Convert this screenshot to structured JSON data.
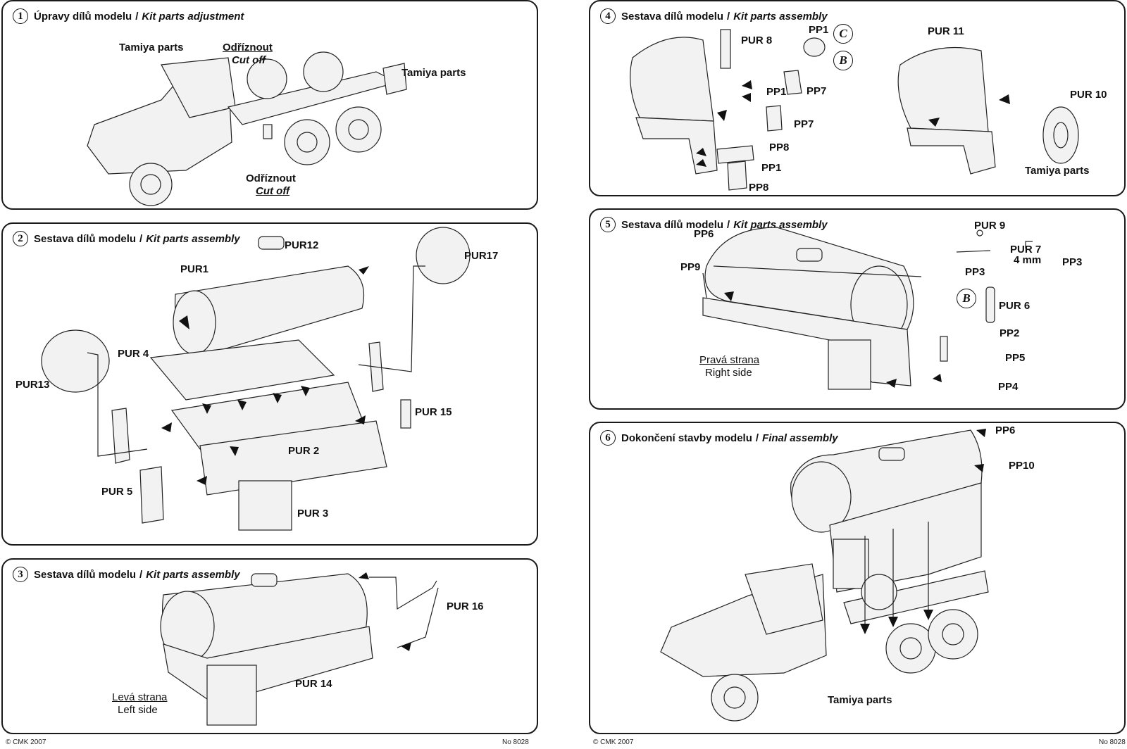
{
  "panels": [
    {
      "num": "1",
      "title_cz": "Úpravy dílů modelu",
      "title_en": "Kit parts adjustment"
    },
    {
      "num": "2",
      "title_cz": "Sestava dílů modelu",
      "title_en": "Kit parts assembly"
    },
    {
      "num": "3",
      "title_cz": "Sestava dílů modelu",
      "title_en": "Kit parts assembly"
    },
    {
      "num": "4",
      "title_cz": "Sestava dílů modelu",
      "title_en": "Kit parts assembly"
    },
    {
      "num": "5",
      "title_cz": "Sestava dílů modelu",
      "title_en": "Kit parts assembly"
    },
    {
      "num": "6",
      "title_cz": "Dokončení stavby modelu",
      "title_en": "Final assembly"
    }
  ],
  "separator": "/",
  "labels": {
    "p1": {
      "tamiya_left": "Tamiya parts",
      "cut_cz_1": "Odříznout",
      "cut_en_1": "Cut off",
      "tamiya_right": "Tamiya parts",
      "cut_cz_2": "Odříznout",
      "cut_en_2": "Cut off"
    },
    "p2": {
      "pur12": "PUR12",
      "pur17": "PUR17",
      "pur1": "PUR1",
      "pur4": "PUR 4",
      "pur13": "PUR13",
      "pur15": "PUR 15",
      "pur2": "PUR 2",
      "pur5": "PUR 5",
      "pur3": "PUR 3"
    },
    "p3": {
      "pur16": "PUR 16",
      "pur14": "PUR 14",
      "side_cz": "Levá strana",
      "side_en": "Left side"
    },
    "p4": {
      "pur8": "PUR 8",
      "pp1_top": "PP1",
      "pp1_a": "PP1",
      "pp7_a": "PP7",
      "pp7_b": "PP7",
      "pp8_a": "PP8",
      "pp1_b": "PP1",
      "pp8_b": "PP8",
      "pur11": "PUR 11",
      "pur10": "PUR 10",
      "tamiya": "Tamiya parts",
      "badge_c": "C",
      "badge_b": "B"
    },
    "p5": {
      "pp6": "PP6",
      "pp9": "PP9",
      "pur9": "PUR 9",
      "pur7": "PUR 7",
      "pur7_size": "4 mm",
      "pp3_a": "PP3",
      "pp3_b": "PP3",
      "pur6": "PUR 6",
      "pp2": "PP2",
      "pp5": "PP5",
      "pp4": "PP4",
      "side_cz": "Pravá strana",
      "side_en": "Right side",
      "badge_b": "B"
    },
    "p6": {
      "pp6": "PP6",
      "pp10": "PP10",
      "tamiya": "Tamiya parts"
    }
  },
  "footer": {
    "copyright_left": "© CMK 2007",
    "number_left": "No 8028",
    "copyright_right": "© CMK 2007",
    "number_right": "No 8028"
  }
}
